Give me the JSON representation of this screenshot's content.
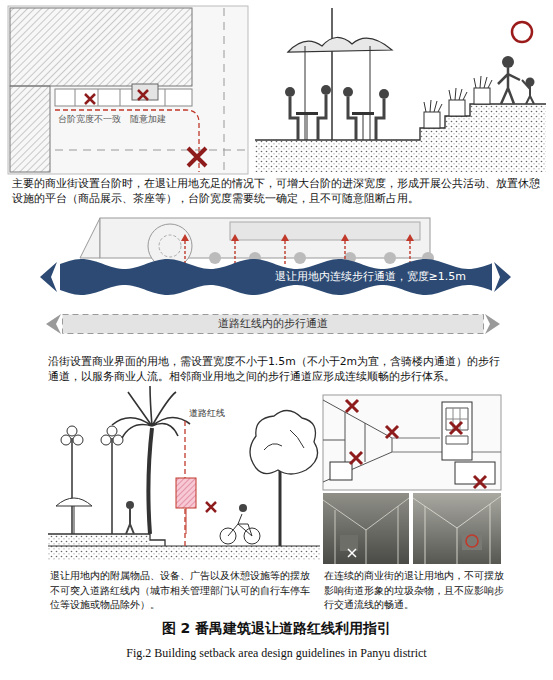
{
  "diagram": {
    "caption": "图 2 番禺建筑退让道路红线利用指引",
    "nodes": [
      {
        "text": [
          "退让用地内连续步行通道，宽度≥1.5m"
        ]
      },
      {
        "text": [
          "道路红线内的步行通道"
        ]
      }
    ],
    "labels": [
      "台阶宽度不一致",
      "随意加建",
      "主要的商业街设置台阶时，在退让用地充足的情况下，可增大台阶的进深宽度，形成开展公共活动、放置休憩设施的平台（商品展示、茶座等），台阶宽度需要统一确定，且不可随意阻断占用。",
      "沿街设置商业界面的用地，需设置宽度不小于1.5m（不小于2m为宜，含骑楼内通道）的步行通道，以服务商业人流。相邻商业用地之间的步行通道应形成连续顺畅的步行体系。",
      "道路红线",
      "退让用地内的附属物品、设备、广告以及休憩设施等的摆放不可突入道路红线内（城市相关管理部门认可的自行车停车位等设施或物品除外）。",
      "在连续的商业街的退让用地内，不可摆放影响街道形象的垃圾杂物，且不应影响步行交通流线的畅通。",
      "Fig.2 Building setback area design guidelines in Panyu district"
    ]
  }
}
